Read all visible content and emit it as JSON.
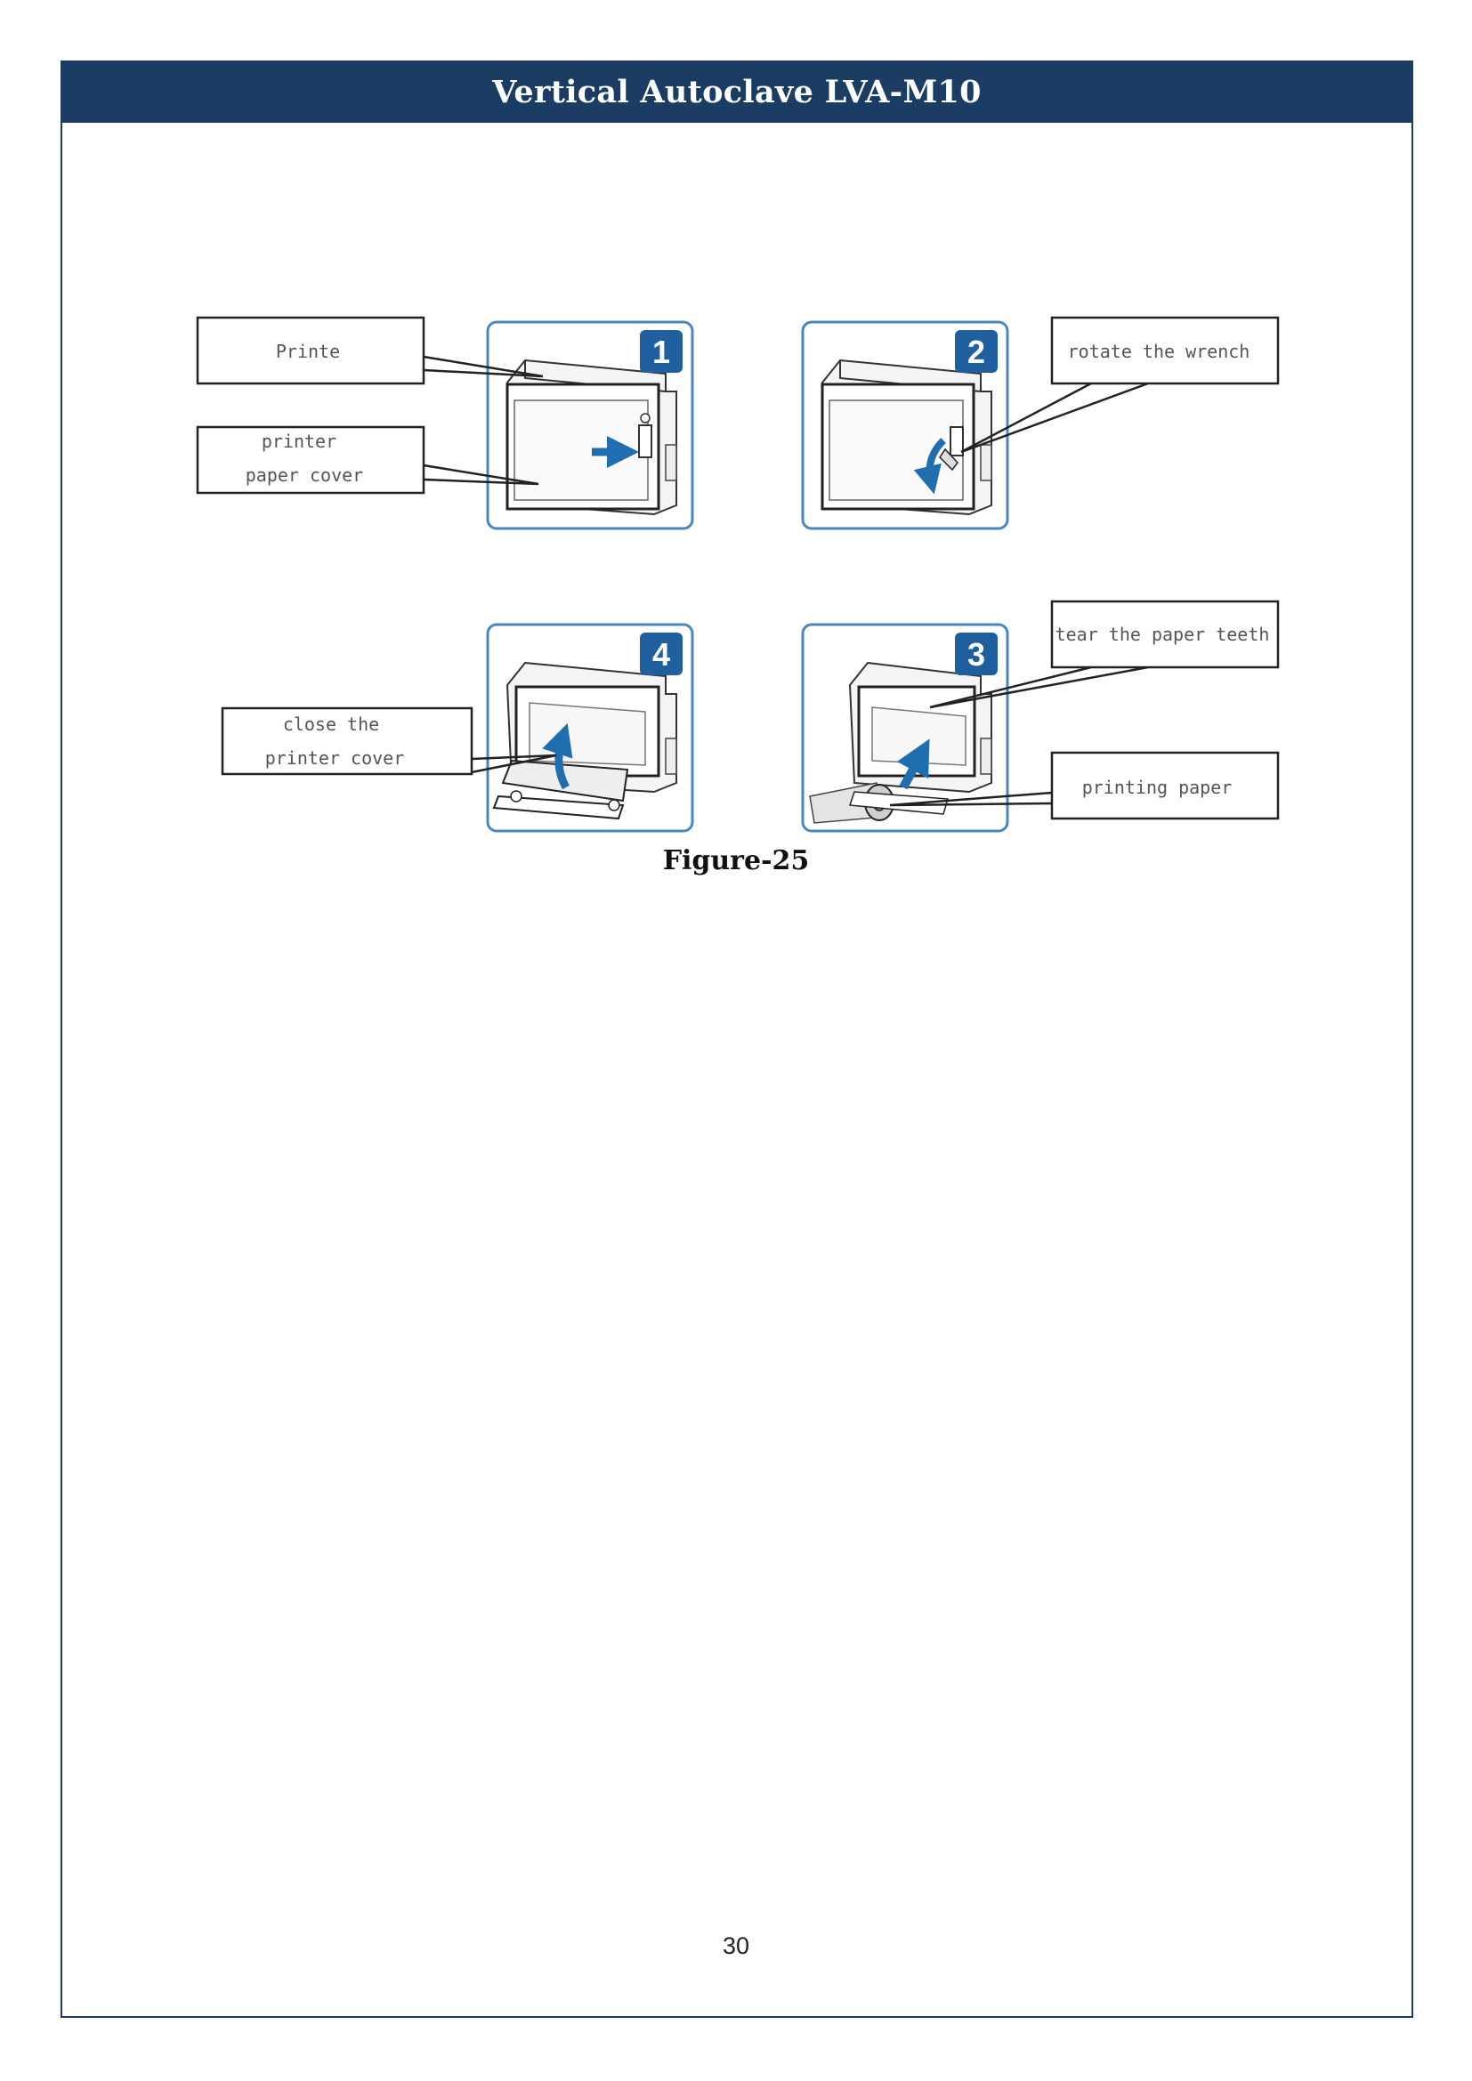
{
  "header": {
    "title": "Vertical Autoclave LVA-M10"
  },
  "figure": {
    "callouts": {
      "printer": "Printe",
      "paper_cover_line1": "printer",
      "paper_cover_line2": "paper cover",
      "rotate_wrench": "rotate the wrench",
      "tear_teeth": "tear the paper teeth",
      "printing_paper": "printing paper",
      "close_cover_line1": "close the",
      "close_cover_line2": "printer cover"
    },
    "steps": {
      "step1": "1",
      "step2": "2",
      "step3": "3",
      "step4": "4"
    },
    "colors": {
      "accent": "#1b3d63",
      "panel_border": "#4a86c0",
      "badge": "#1f5f9f",
      "arrow": "#1f6fb0"
    },
    "caption": "Figure-25"
  },
  "footer": {
    "page_number": "30"
  }
}
